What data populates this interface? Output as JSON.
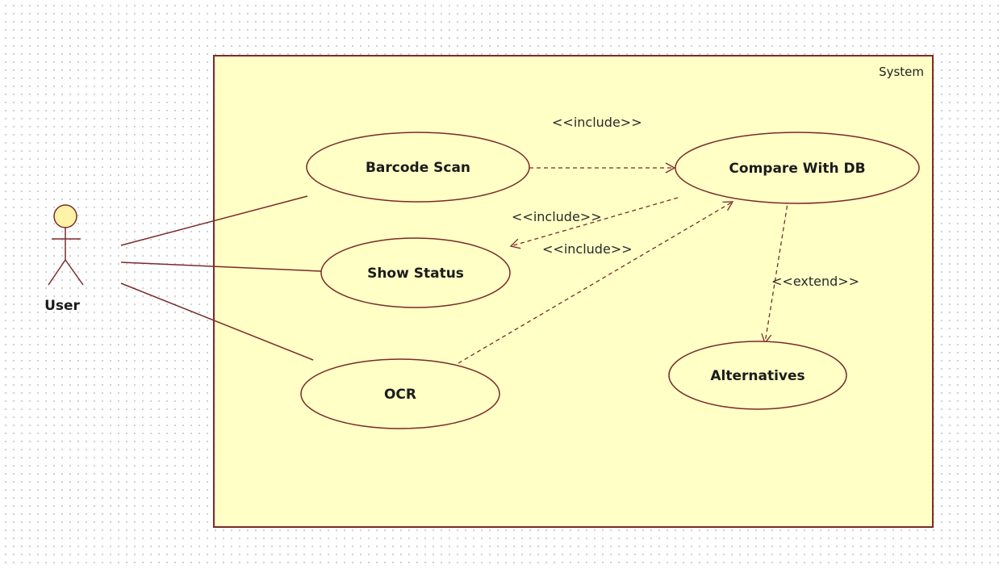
{
  "system": {
    "label": "System"
  },
  "actor": {
    "label": "User"
  },
  "use_cases": {
    "barcode_scan": "Barcode Scan",
    "compare_db": "Compare With DB",
    "show_status": "Show Status",
    "ocr": "OCR",
    "alternatives": "Alternatives"
  },
  "relations": {
    "include_barcode": "<<include>>",
    "include_status": "<<include>>",
    "include_ocr": "<<include>>",
    "extend_alternatives": "<<extend>>"
  },
  "colors": {
    "line": "#7b2a2a",
    "boundary_fill": "#ffffc6",
    "use_case_fill": "#ffffc6",
    "actor_head": "#fff3a8"
  }
}
